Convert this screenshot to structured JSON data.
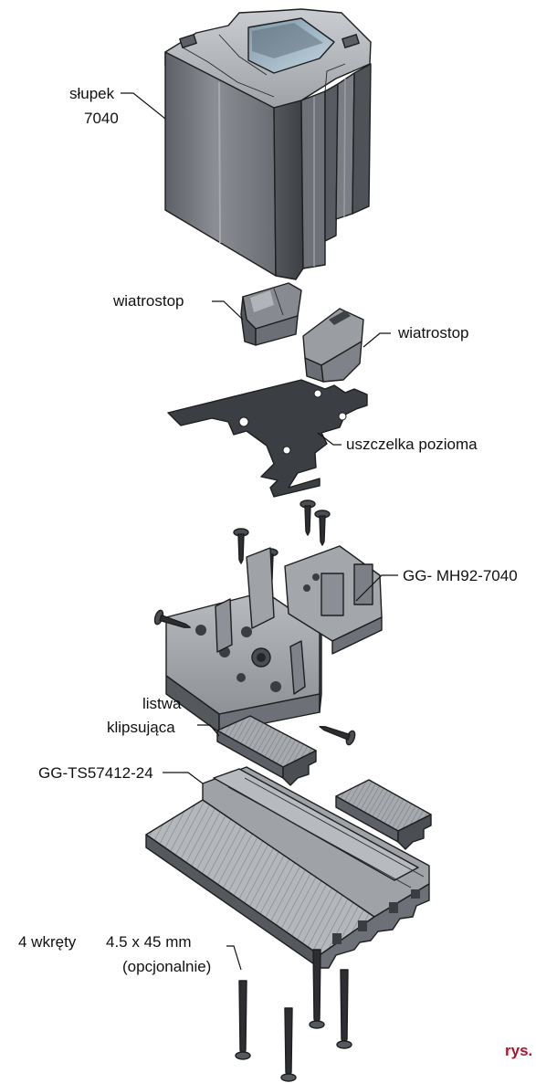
{
  "labels": {
    "post": [
      "słupek",
      "7040"
    ],
    "windstop_left": "wiatrostop",
    "windstop_right": "wiatrostop",
    "gasket": "uszczelka pozioma",
    "connector": "GG- MH92-7040",
    "clip_strip": [
      "listwa",
      "klipsująca"
    ],
    "threshold": "GG-TS57412-24",
    "screws_count": "4 wkręty",
    "screws_size": "4.5 x 45 mm",
    "screws_note": "(opcjonalnie)"
  },
  "figure_ref": "rys.",
  "colors": {
    "figure_ref": "#b0132b",
    "metal_dark": "#4a4d52",
    "metal_mid": "#7d8086",
    "metal_light": "#a9acb1",
    "glass": "#9fb8c8"
  }
}
